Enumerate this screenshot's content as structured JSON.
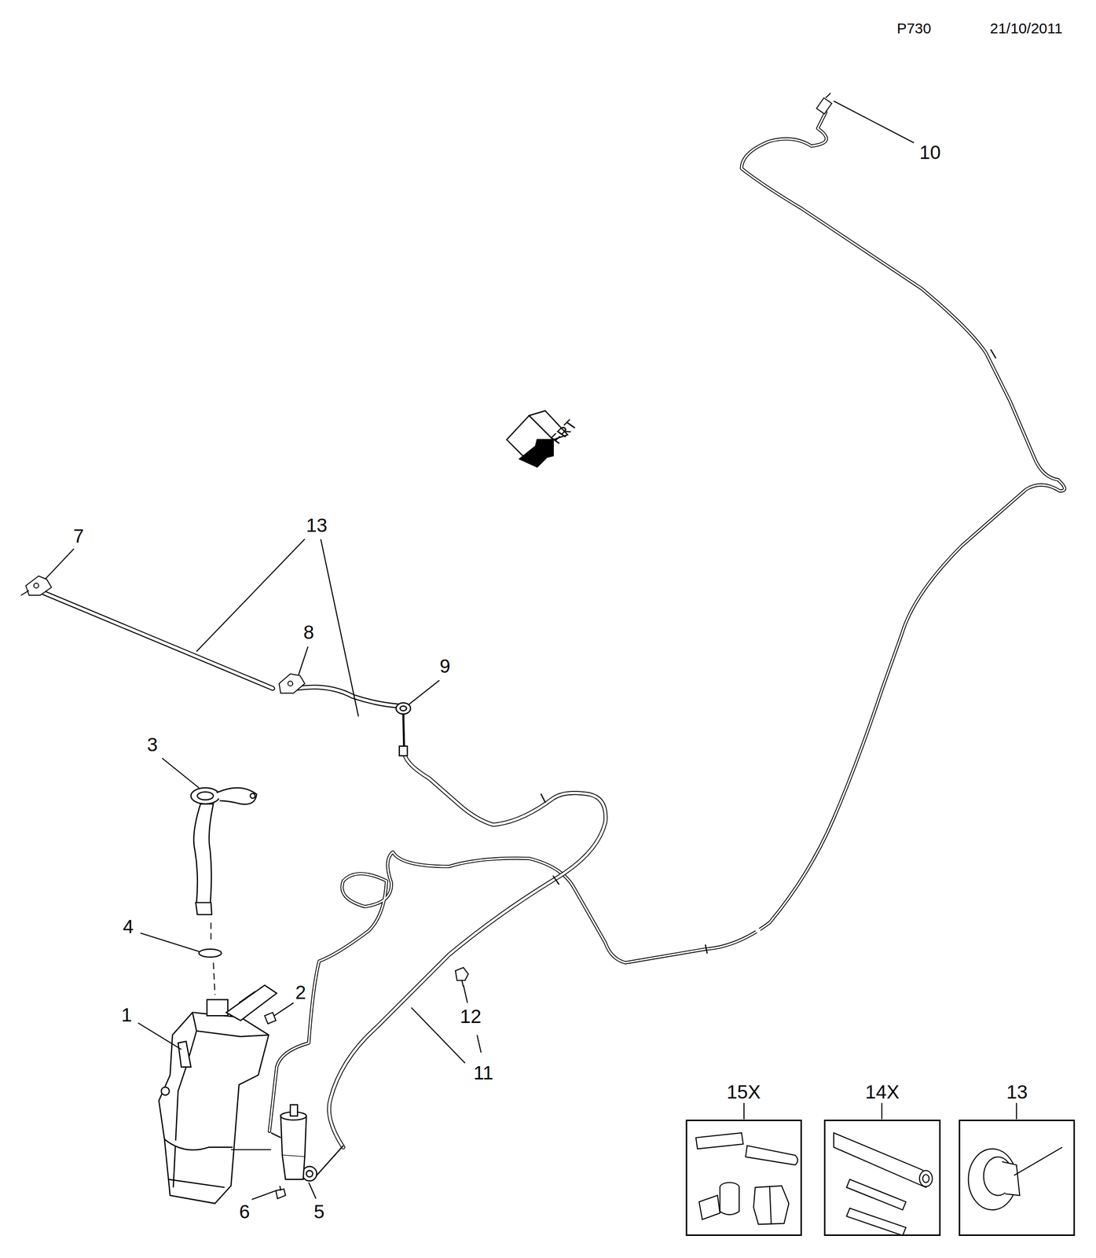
{
  "diagram": {
    "nodes": [
      {
        "text": [
          "15X"
        ]
      },
      {
        "text": [
          "14X"
        ]
      },
      {
        "text": [
          "13"
        ]
      }
    ],
    "edges": [],
    "labels": [
      "P730",
      "21/10/2011",
      "10",
      "FRT",
      "7",
      "13",
      "8",
      "9",
      "3",
      "4",
      "2",
      "1",
      "12",
      "11",
      "6",
      "5"
    ]
  }
}
